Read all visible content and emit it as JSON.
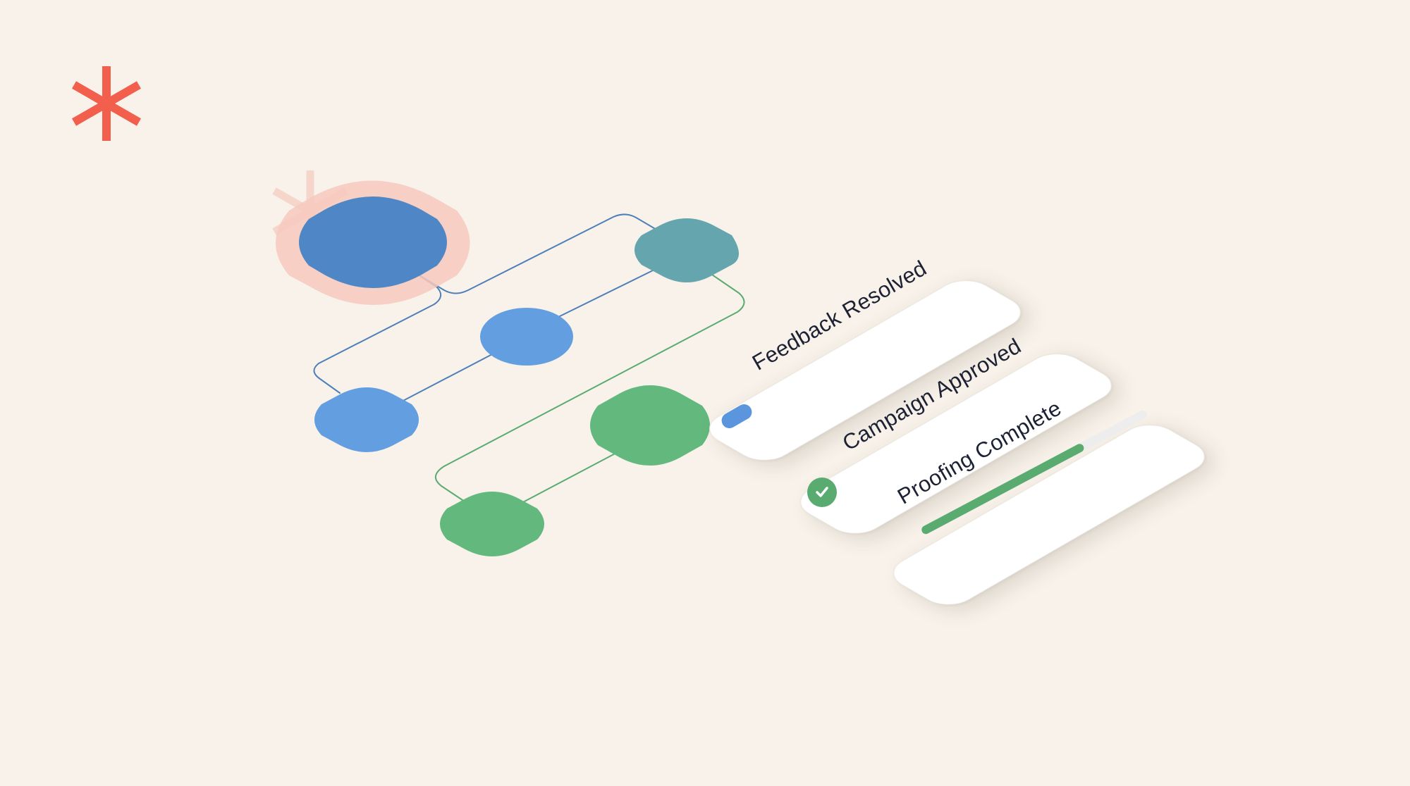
{
  "colors": {
    "background": "#f8f2ea",
    "accent_red": "#f25f4c",
    "halo_pink": "#f7c9bd",
    "node_dark_blue": "#4f86c6",
    "node_teal": "#65a5ae",
    "node_blue": "#639fe0",
    "node_green": "#63b97d",
    "line_blue": "#4f7fb8",
    "line_green": "#5aab70",
    "card_text": "#1c2233"
  },
  "logo": {
    "icon": "asterisk-logo-icon"
  },
  "diagram": {
    "nodes": [
      {
        "id": "start",
        "shape": "rounded-square",
        "color": "node_dark_blue",
        "highlighted": true
      },
      {
        "id": "review",
        "shape": "rounded-square",
        "color": "node_teal",
        "highlighted": false
      },
      {
        "id": "hub",
        "shape": "circle",
        "color": "node_blue",
        "highlighted": false
      },
      {
        "id": "draft",
        "shape": "rounded-square",
        "color": "node_blue",
        "highlighted": false
      },
      {
        "id": "approve",
        "shape": "rounded-square",
        "color": "node_green",
        "highlighted": false
      },
      {
        "id": "publish",
        "shape": "rounded-square",
        "color": "node_green",
        "highlighted": false
      }
    ]
  },
  "cards": [
    {
      "label": "Feedback Resolved",
      "icon": "blue-pill-icon",
      "icon_color": "#5b95dd"
    },
    {
      "label": "Campaign Approved",
      "icon": "check-circle-icon",
      "icon_color": "#5aab70"
    },
    {
      "label": "Proofing Complete",
      "icon": "progress-bar",
      "progress": 0.72,
      "bar_color": "#5aab70"
    }
  ]
}
